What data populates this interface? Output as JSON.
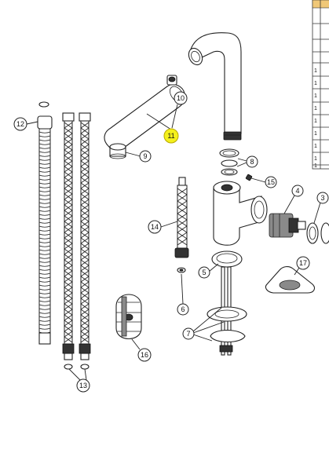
{
  "diagram": {
    "callouts": [
      {
        "id": "c11",
        "label": "11",
        "highlight": true
      },
      {
        "id": "c10",
        "label": "10"
      },
      {
        "id": "c9",
        "label": "9"
      },
      {
        "id": "c12",
        "label": "12"
      },
      {
        "id": "c8",
        "label": "8"
      },
      {
        "id": "c15",
        "label": "15"
      },
      {
        "id": "c4",
        "label": "4"
      },
      {
        "id": "c3",
        "label": "3"
      },
      {
        "id": "c14",
        "label": "14"
      },
      {
        "id": "c5",
        "label": "5"
      },
      {
        "id": "c17",
        "label": "17"
      },
      {
        "id": "c6",
        "label": "6"
      },
      {
        "id": "c7",
        "label": "7"
      },
      {
        "id": "c16",
        "label": "16"
      },
      {
        "id": "c13",
        "label": "13"
      }
    ],
    "table_rows": [
      "1",
      "1",
      "1",
      "1",
      "1",
      "1",
      "1",
      "1",
      "1"
    ],
    "highlight_color": "#f4f01c"
  }
}
